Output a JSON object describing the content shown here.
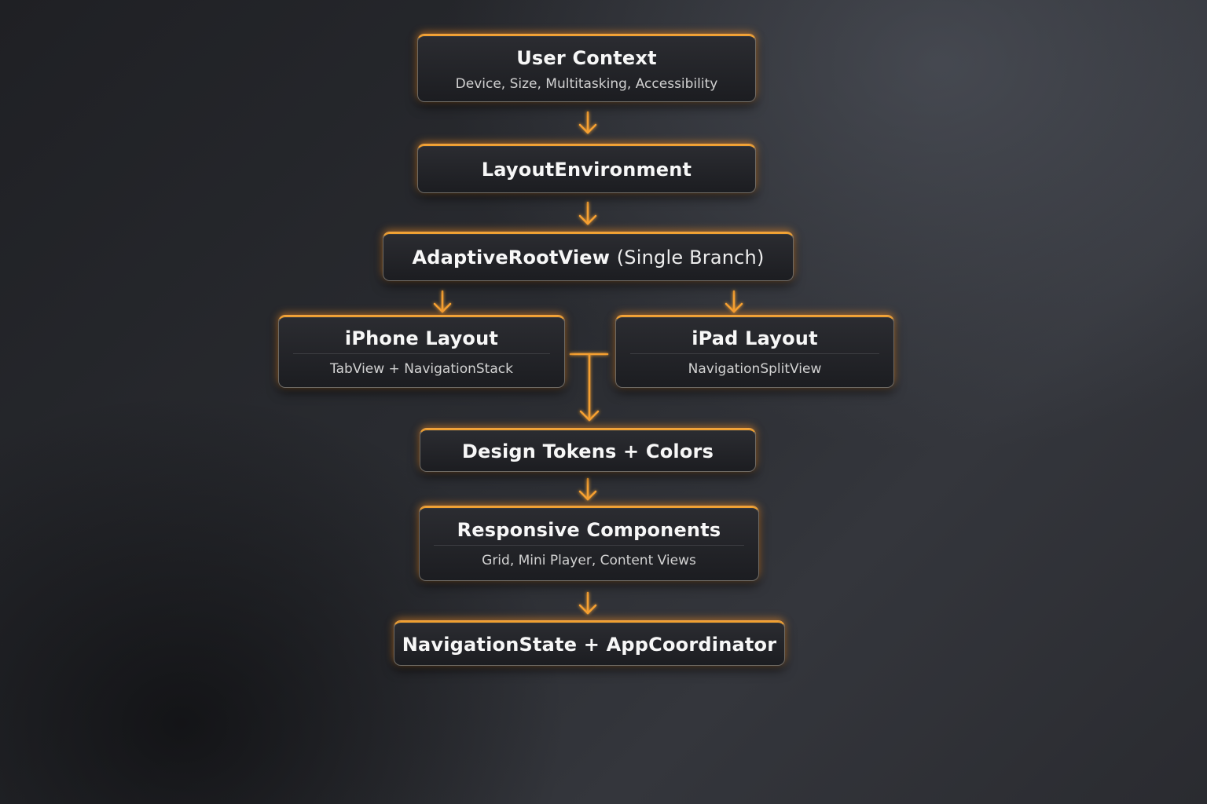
{
  "diagram": {
    "nodes": {
      "user_context": {
        "title": "User Context",
        "subtitle": "Device, Size, Multitasking, Accessibility"
      },
      "layout_environment": {
        "title": "LayoutEnvironment"
      },
      "adaptive_root_view": {
        "title": "AdaptiveRootView",
        "title_suffix": "(Single Branch)"
      },
      "iphone_layout": {
        "title": "iPhone Layout",
        "subtitle": "TabView + NavigationStack"
      },
      "ipad_layout": {
        "title": "iPad Layout",
        "subtitle": "NavigationSplitView"
      },
      "design_tokens": {
        "title": "Design Tokens + Colors"
      },
      "responsive_components": {
        "title": "Responsive Components",
        "subtitle": "Grid, Mini Player, Content Views"
      },
      "navigation_state": {
        "title": "NavigationState + AppCoordinator"
      }
    },
    "edges": [
      {
        "from": "User Context",
        "to": "LayoutEnvironment"
      },
      {
        "from": "LayoutEnvironment",
        "to": "AdaptiveRootView"
      },
      {
        "from": "AdaptiveRootView",
        "to": "iPhone Layout"
      },
      {
        "from": "AdaptiveRootView",
        "to": "iPad Layout"
      },
      {
        "from": "iPhone Layout",
        "to": "Design Tokens + Colors"
      },
      {
        "from": "iPad Layout",
        "to": "Design Tokens + Colors"
      },
      {
        "from": "Design Tokens + Colors",
        "to": "Responsive Components"
      },
      {
        "from": "Responsive Components",
        "to": "NavigationState + AppCoordinator"
      }
    ],
    "colors": {
      "accent": "#f5a030",
      "node_fill": "#222328",
      "background": "#2a2c31"
    }
  }
}
